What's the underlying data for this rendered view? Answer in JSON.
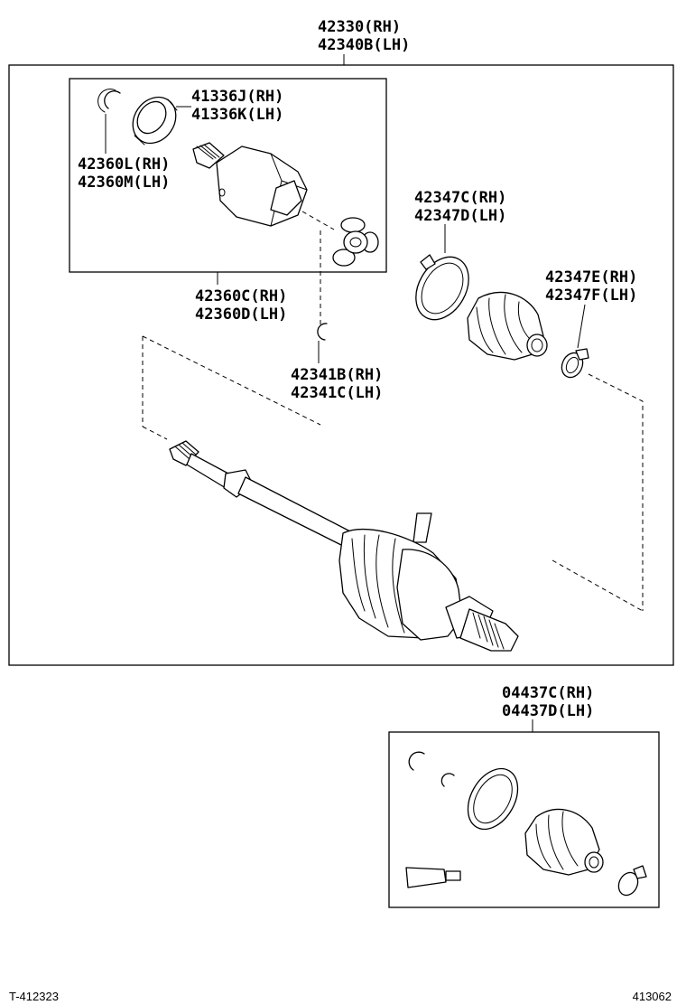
{
  "main_assembly": {
    "label_rh": "42330(RH)",
    "label_lh": "42340B(LH)"
  },
  "callouts": {
    "seal": {
      "rh": "41336J(RH)",
      "lh": "41336K(LH)"
    },
    "snap_ring_outer": {
      "rh": "42360L(RH)",
      "lh": "42360M(LH)"
    },
    "inboard_joint": {
      "rh": "42360C(RH)",
      "lh": "42360D(LH)"
    },
    "snap_ring": {
      "rh": "42341B(RH)",
      "lh": "42341C(LH)"
    },
    "boot_clamp_large": {
      "rh": "42347C(RH)",
      "lh": "42347D(LH)"
    },
    "boot_clamp_small": {
      "rh": "42347E(RH)",
      "lh": "42347F(LH)"
    }
  },
  "boot_kit": {
    "label_rh": "04437C(RH)",
    "label_lh": "04437D(LH)"
  },
  "footer": {
    "left_code": "T-412323",
    "right_code": "413062"
  }
}
